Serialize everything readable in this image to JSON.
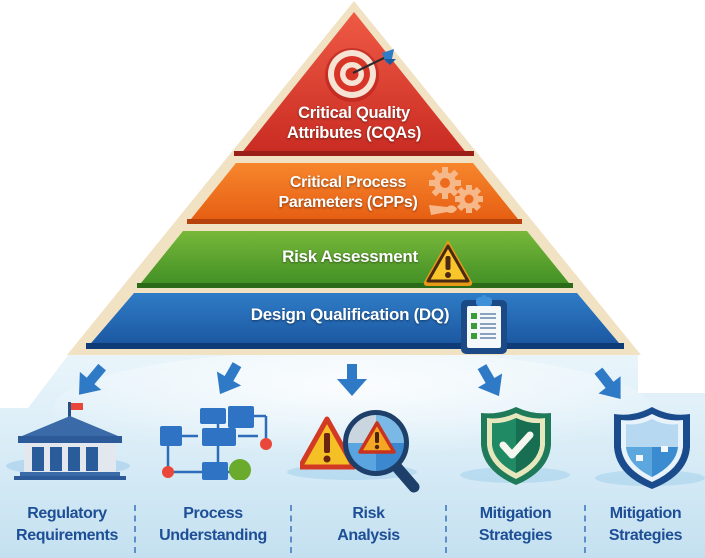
{
  "pyramid": {
    "layers": [
      {
        "id": "cqa",
        "line1": "Critical Quality",
        "line2": "Attributes (CQAs)",
        "color": "#d93a2b",
        "icon": "target-dart-icon"
      },
      {
        "id": "cpp",
        "line1": "Critical Process",
        "line2": "Parameters (CPPs)",
        "color": "#ee6a1c",
        "icon": "gears-wrench-icon"
      },
      {
        "id": "risk",
        "line1": "Risk Assessment",
        "color": "#4e9a2a",
        "icon": "warning-triangle-icon"
      },
      {
        "id": "dq",
        "line1": "Design Qualification (DQ)",
        "color": "#1f5fae",
        "icon": "clipboard-checklist-icon"
      }
    ],
    "border_color": "#f1e2c4"
  },
  "bottom": {
    "background": "#d8ecf7",
    "items": [
      {
        "line1": "Regulatory",
        "line2": "Requirements",
        "icon": "government-building-icon"
      },
      {
        "line1": "Process",
        "line2": "Understanding",
        "icon": "flowchart-icon"
      },
      {
        "line1": "Risk",
        "line2": "Analysis",
        "icon": "risk-magnifier-icon"
      },
      {
        "line1": "Mitigation",
        "line2": "Strategies",
        "icon": "shield-check-icon"
      },
      {
        "line1": "Mitigation",
        "line2": "Strategies",
        "icon": "shield-blue-icon"
      }
    ],
    "label_color": "#1e4f96"
  }
}
